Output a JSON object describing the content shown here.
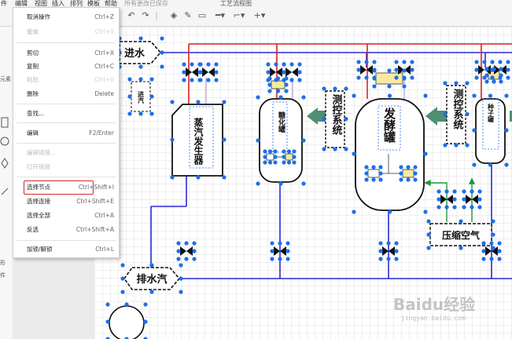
{
  "menubar": {
    "items": [
      "件",
      "编辑",
      "视图",
      "插入",
      "排列",
      "模板",
      "帮助"
    ],
    "status": "所有更改已保存",
    "title_fragment": "工艺流程图"
  },
  "toolbar": {
    "icons": [
      "undo-icon",
      "redo-icon",
      "fill-icon",
      "line-color-icon",
      "shadow-icon",
      "connector-icon",
      "waypoint-icon",
      "add-icon"
    ]
  },
  "left_panel": {
    "labels": [
      "元素",
      "形",
      "件"
    ]
  },
  "edit_menu": {
    "items": [
      {
        "label": "取消操作",
        "shortcut": "Ctrl+Z",
        "disabled": false
      },
      {
        "label": "重做",
        "shortcut": "Ctrl+Y",
        "disabled": true
      },
      {
        "label": "剪切",
        "shortcut": "Ctrl+X",
        "disabled": false
      },
      {
        "label": "复制",
        "shortcut": "Ctrl+C",
        "disabled": false
      },
      {
        "label": "粘贴",
        "shortcut": "Ctrl+V",
        "disabled": true
      },
      {
        "label": "删除",
        "shortcut": "Delete",
        "disabled": false
      },
      {
        "label": "查找...",
        "shortcut": "",
        "disabled": false
      },
      {
        "label": "编辑",
        "shortcut": "F2/Enter",
        "disabled": false
      },
      {
        "label": "编辑链接...",
        "shortcut": "",
        "disabled": true
      },
      {
        "label": "打开链接",
        "shortcut": "",
        "disabled": true
      },
      {
        "label": "选择节点",
        "shortcut": "Ctrl+Shift+I",
        "disabled": false,
        "highlighted": true
      },
      {
        "label": "选择连接",
        "shortcut": "Ctrl+Shift+E",
        "disabled": false
      },
      {
        "label": "选择全部",
        "shortcut": "Ctrl+A",
        "disabled": false
      },
      {
        "label": "反选",
        "shortcut": "Ctrl+Shift+A",
        "disabled": false
      },
      {
        "label": "加锁/解锁",
        "shortcut": "Ctrl+L",
        "disabled": false
      }
    ]
  },
  "diagram": {
    "labels": {
      "water_in": "进水",
      "steam_in": "进汽",
      "steam_generator": "蒸汽发生器",
      "saccharification": "糖化罐",
      "monitor_1": "测控系统",
      "fermenter": "发酵罐",
      "monitor_2": "测控系统",
      "seed_tank": "种子罐",
      "compressed_air": "压缩空气",
      "steam_drain": "排水汽"
    },
    "colors": {
      "water_line": "#2a2ad6",
      "steam_line": "#e02020",
      "air_line": "#1a9a3a",
      "arrow": "#4f8f74",
      "selection": "#1e6fe8",
      "sensor": "#f7eaa0"
    }
  },
  "watermark": {
    "text": "Baidu经验",
    "sub": "jingyan.baidu.com"
  }
}
